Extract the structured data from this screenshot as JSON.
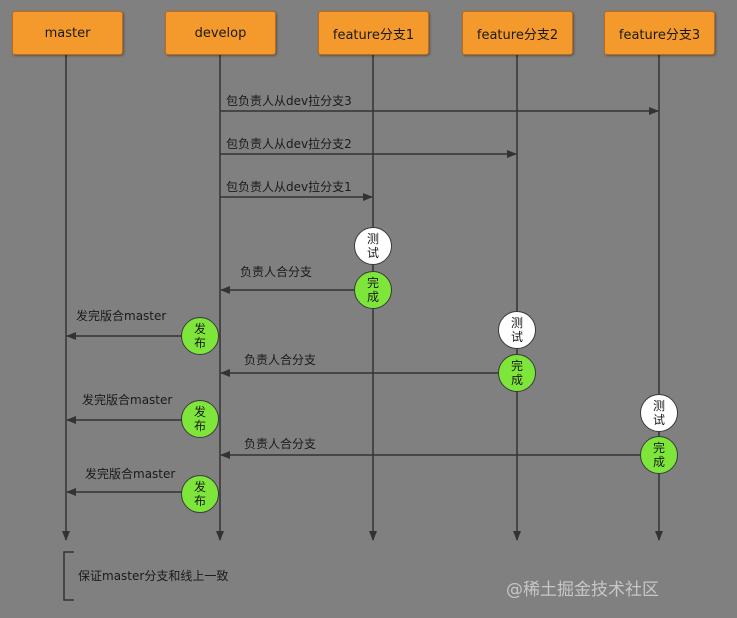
{
  "lanes": [
    {
      "label": "master"
    },
    {
      "label": "develop"
    },
    {
      "label": "feature分支1"
    },
    {
      "label": "feature分支2"
    },
    {
      "label": "feature分支3"
    }
  ],
  "arrows": [
    {
      "label": "包负责人从dev拉分支3"
    },
    {
      "label": "包负责人从dev拉分支2"
    },
    {
      "label": "包负责人从dev拉分支1"
    },
    {
      "label": "负责人合分支"
    },
    {
      "label": "发完版合master"
    },
    {
      "label": "负责人合分支"
    },
    {
      "label": "发完版合master"
    },
    {
      "label": "负责人合分支"
    },
    {
      "label": "发完版合master"
    }
  ],
  "nodes": [
    {
      "text": "测试",
      "type": "test"
    },
    {
      "text": "完成",
      "type": "done"
    },
    {
      "text": "发布",
      "type": "done"
    },
    {
      "text": "测试",
      "type": "test"
    },
    {
      "text": "完成",
      "type": "done"
    },
    {
      "text": "发布",
      "type": "done"
    },
    {
      "text": "测试",
      "type": "test"
    },
    {
      "text": "完成",
      "type": "done"
    },
    {
      "text": "发布",
      "type": "done"
    }
  ],
  "note": "保证master分支和线上一致",
  "watermark": "@稀土掘金技术社区",
  "colors": {
    "lane_box": "#f49a2c",
    "test_node": "#ffffff",
    "done_node": "#7ee63a",
    "background": "#808080"
  }
}
